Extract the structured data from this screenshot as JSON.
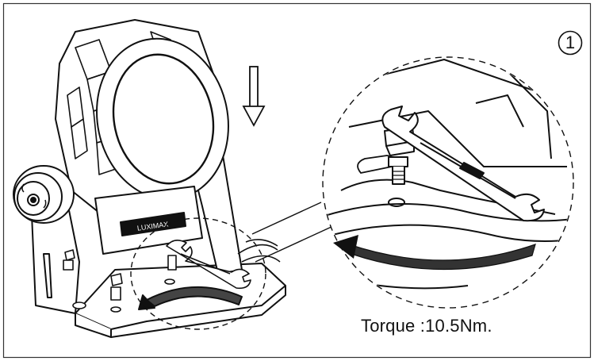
{
  "step_number": "1",
  "torque_text": "Torque :10.5Nm.",
  "brand_logo_text": "LUXIMAX",
  "colors": {
    "line": "#111111",
    "background": "#ffffff"
  },
  "icons": [
    "down-arrow-icon",
    "wrench-icon",
    "tightening-arrow-icon",
    "magnifier-circle-icon"
  ]
}
